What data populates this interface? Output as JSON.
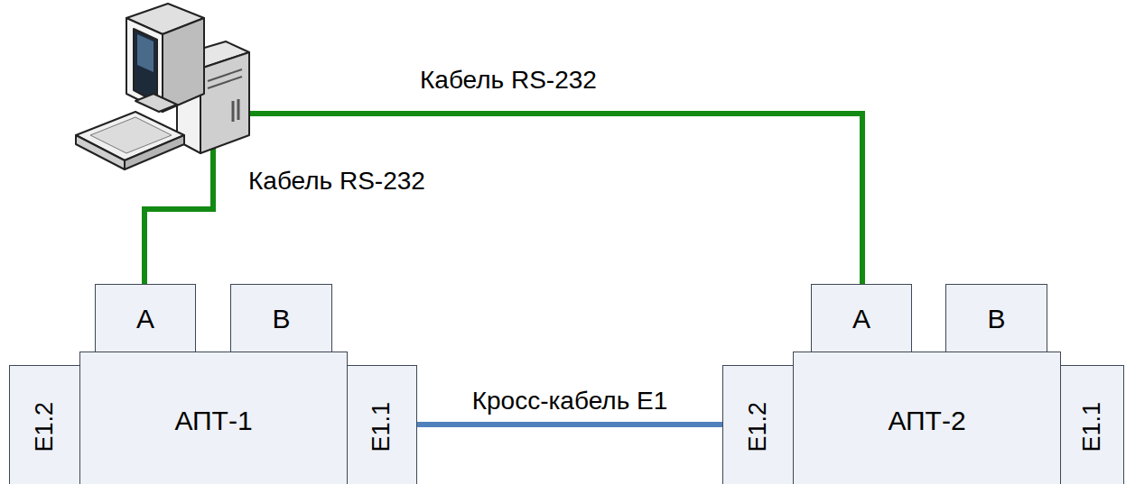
{
  "diagram": {
    "nodes": [
      {
        "text": [
          "АПТ-1"
        ]
      },
      {
        "text": [
          "A"
        ]
      },
      {
        "text": [
          "B"
        ]
      },
      {
        "text": [
          "E1.2"
        ]
      },
      {
        "text": [
          "E1.1"
        ]
      },
      {
        "text": [
          "АПТ-2"
        ]
      },
      {
        "text": [
          "A"
        ]
      },
      {
        "text": [
          "B"
        ]
      },
      {
        "text": [
          "E1.2"
        ]
      },
      {
        "text": [
          "E1.1"
        ]
      }
    ],
    "edges": [
      {
        "from": 4,
        "to": 8,
        "arrow": "none",
        "label": "Кросс-кабель E1"
      }
    ],
    "labels": [
      "Кабель RS-232",
      "Кабель RS-232"
    ]
  }
}
